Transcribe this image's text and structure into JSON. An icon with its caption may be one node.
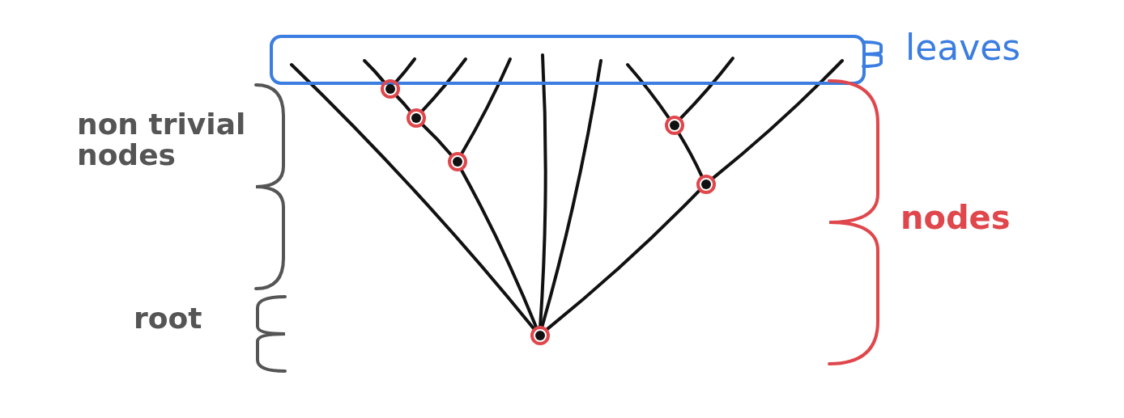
{
  "diagram": {
    "nodes": [
      {
        "text": [
          "leaves"
        ]
      },
      {
        "text": [],
        "shape": "circle"
      },
      {
        "text": [],
        "shape": "circle"
      },
      {
        "text": [],
        "shape": "circle"
      },
      {
        "text": [],
        "shape": "circle"
      },
      {
        "text": [],
        "shape": "circle"
      },
      {
        "text": [],
        "shape": "circle"
      }
    ],
    "edges": [
      {
        "from": 0,
        "to": 1,
        "arrow": "none"
      },
      {
        "from": 0,
        "to": 1,
        "arrow": "none"
      },
      {
        "from": 1,
        "to": 2,
        "arrow": "none"
      },
      {
        "from": 0,
        "to": 2,
        "arrow": "none"
      },
      {
        "from": 2,
        "to": 4,
        "arrow": "none"
      },
      {
        "from": 0,
        "to": 4,
        "arrow": "none"
      },
      {
        "from": 4,
        "to": 6,
        "arrow": "none"
      },
      {
        "from": 0,
        "to": 6,
        "arrow": "none"
      },
      {
        "from": 0,
        "to": 6,
        "arrow": "none"
      },
      {
        "from": 0,
        "to": 6,
        "arrow": "none"
      },
      {
        "from": 0,
        "to": 3,
        "arrow": "none"
      },
      {
        "from": 0,
        "to": 3,
        "arrow": "none"
      },
      {
        "from": 3,
        "to": 5,
        "arrow": "none"
      },
      {
        "from": 0,
        "to": 5,
        "arrow": "none"
      },
      {
        "from": 5,
        "to": 6,
        "arrow": "none"
      }
    ],
    "labels": [
      "non trivial nodes",
      "root",
      "nodes"
    ]
  }
}
